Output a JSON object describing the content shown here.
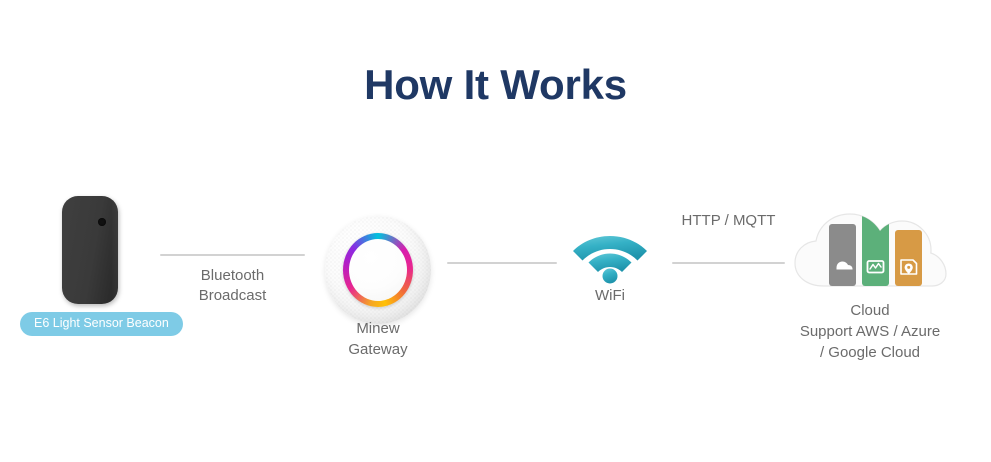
{
  "title": "How It Works",
  "diagram": {
    "nodes": [
      {
        "id": "beacon",
        "icon": "beacon-device-icon",
        "badge": "E6 Light Sensor Beacon",
        "badge_color": "#7ecbe6"
      },
      {
        "id": "gateway",
        "icon": "minew-gateway-icon",
        "caption_line1": "Minew",
        "caption_line2": "Gateway"
      },
      {
        "id": "wifi",
        "icon": "wifi-icon",
        "caption_line1": "WiFi",
        "icon_color": "#3ab5c9"
      },
      {
        "id": "cloud",
        "icon": "cloud-services-icon",
        "caption_line1": "Cloud",
        "caption_line2": "Support AWS / Azure",
        "caption_line3": "/ Google Cloud"
      }
    ],
    "edges": [
      {
        "id": "beacon-to-gateway",
        "label_line1": "Bluetooth",
        "label_line2": "Broadcast"
      },
      {
        "id": "gateway-to-wifi",
        "label_line1": ""
      },
      {
        "id": "wifi-to-cloud",
        "label_line1": "HTTP / MQTT"
      }
    ],
    "line_color": "#d2d2d2",
    "text_color": "#6b6b6b",
    "title_color": "#1f3864"
  }
}
